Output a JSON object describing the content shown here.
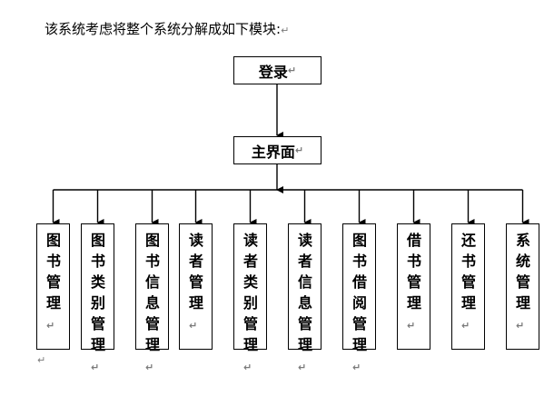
{
  "intro": "该系统考虑将整个系统分解成如下模块:",
  "paragraph_mark": "↵",
  "top_nodes": {
    "login": "登录",
    "main": "主界面"
  },
  "modules": [
    "图书管理",
    "图书类别管理",
    "图书信息管理",
    "读者管理",
    "读者类别管理",
    "读者信息管理",
    "图书借阅管理",
    "借书管理",
    "还书管理",
    "系统管理"
  ]
}
